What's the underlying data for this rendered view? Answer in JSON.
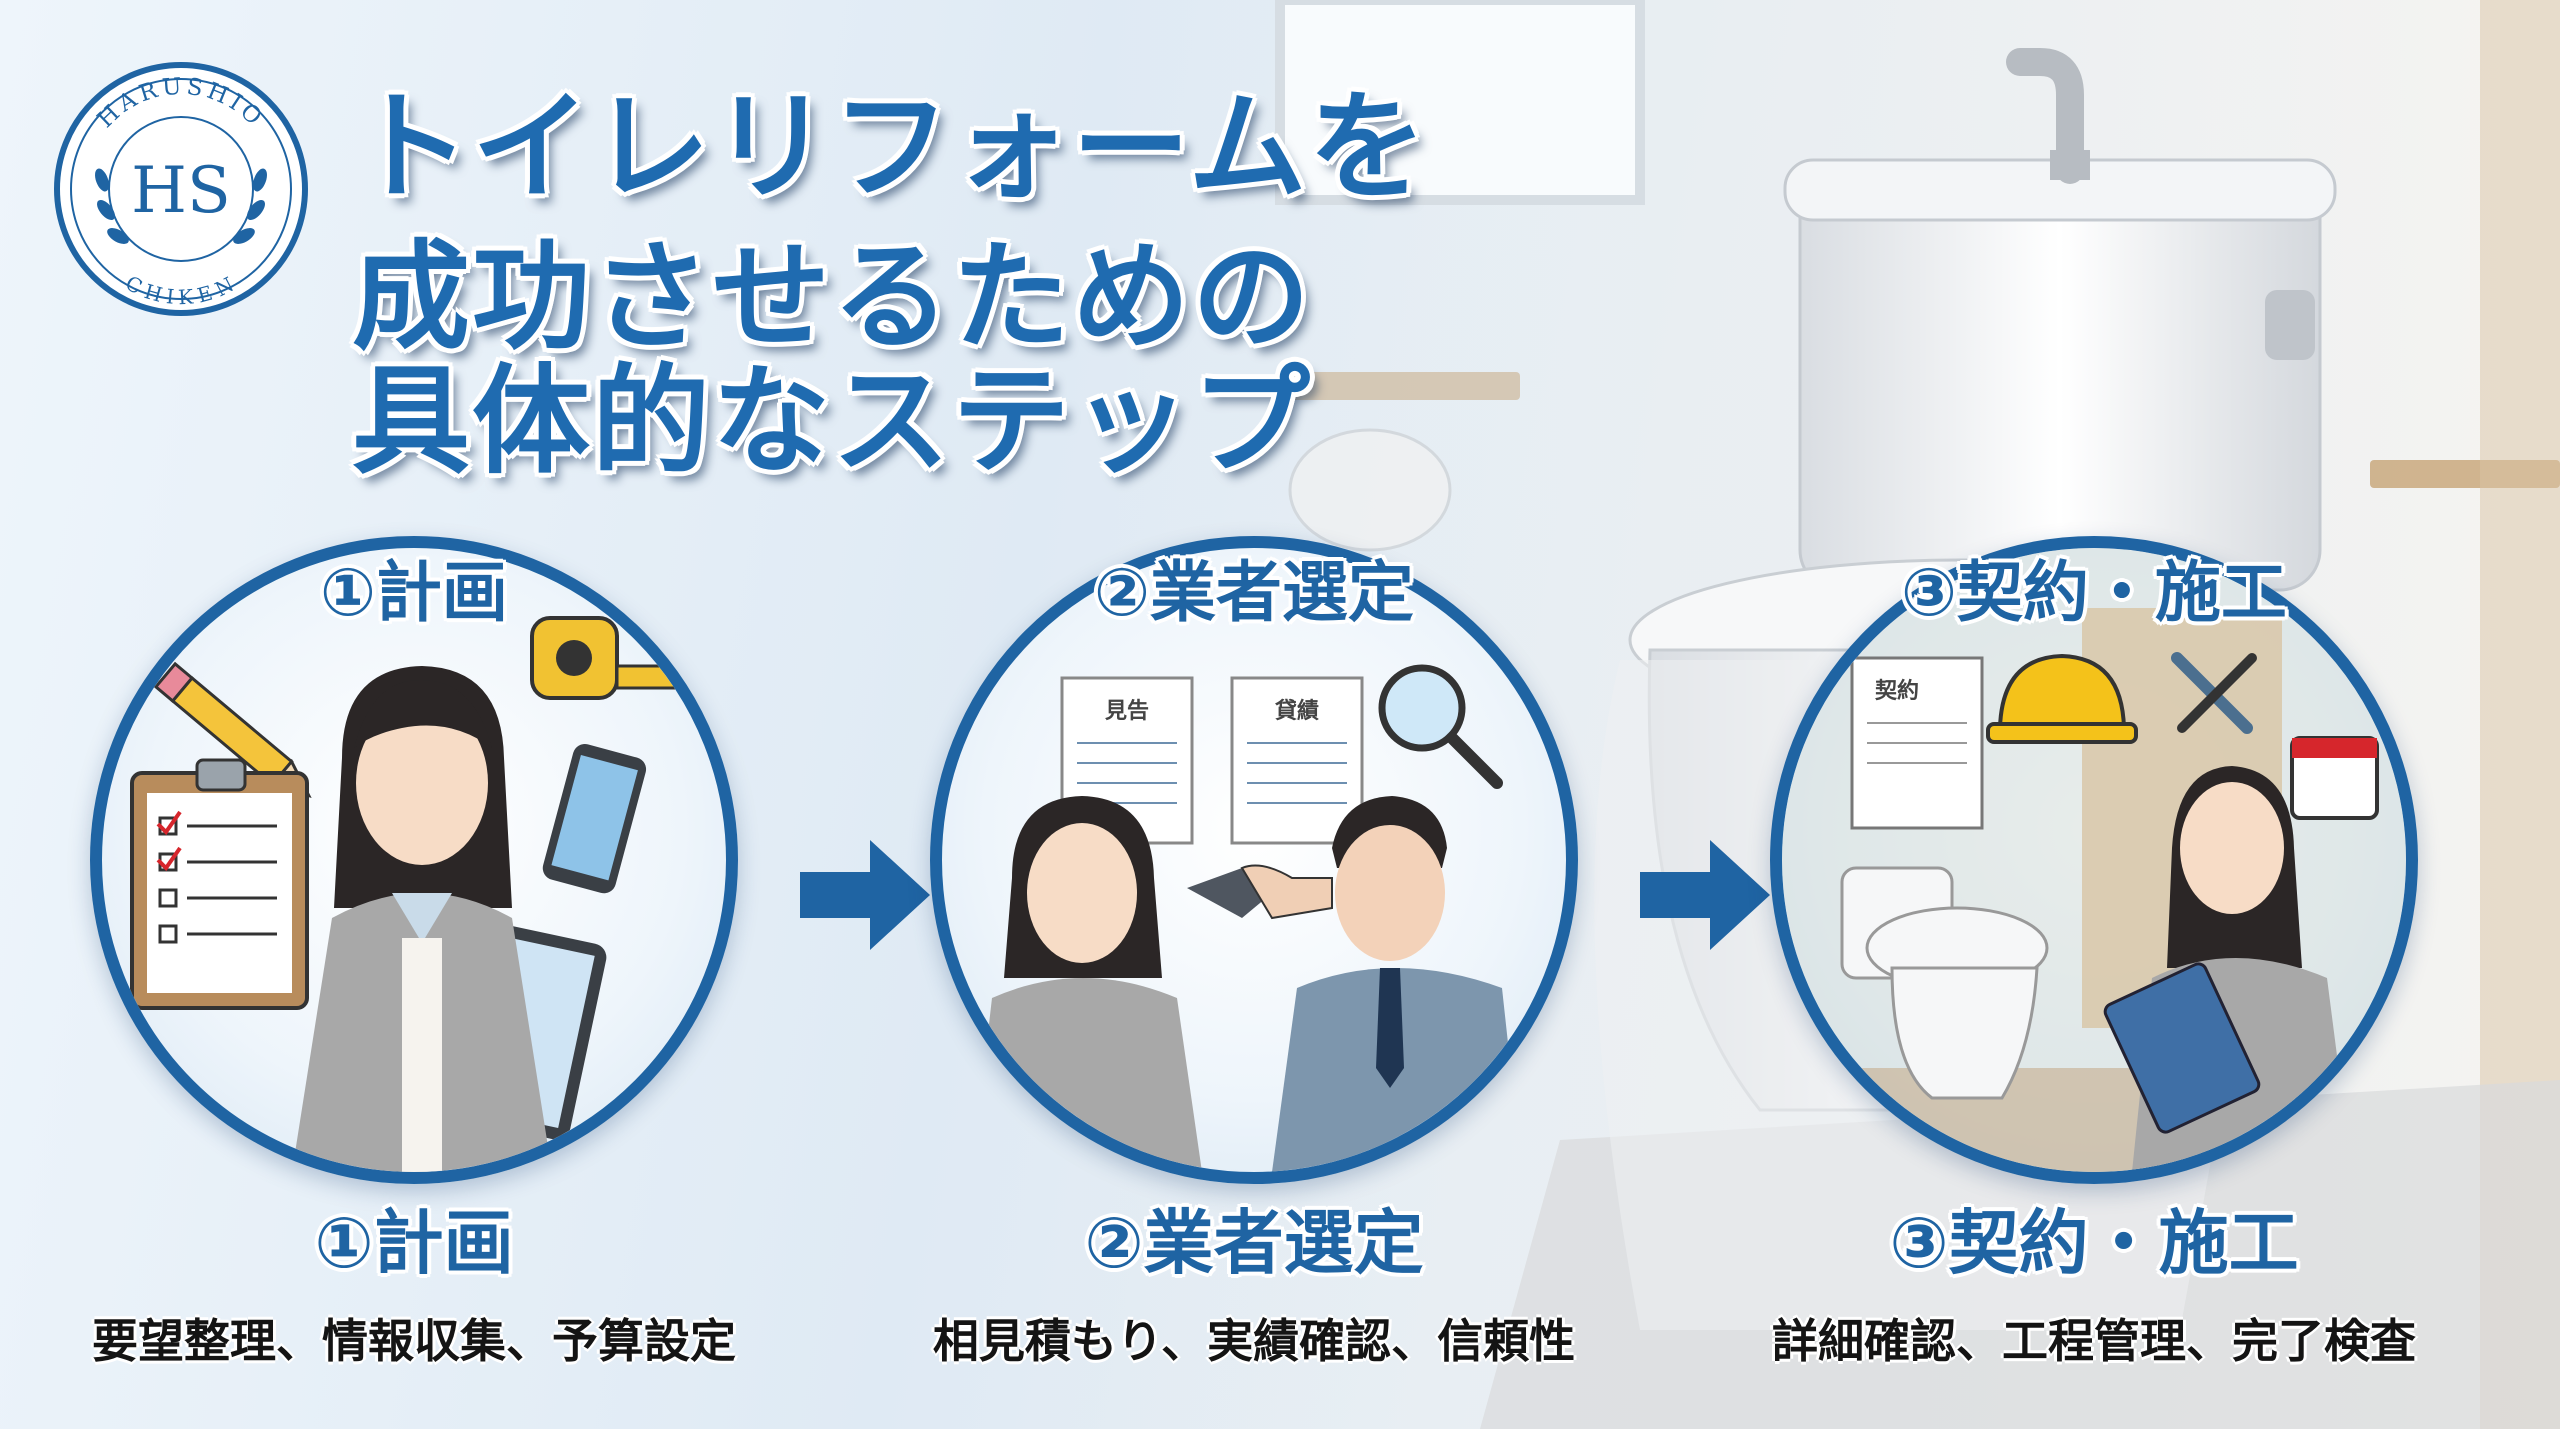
{
  "logo": {
    "top_text": "HARUSHIO",
    "monogram": "HS",
    "bottom_text": "CHIKEN"
  },
  "title": {
    "line1": "トイレリフォームを",
    "line2": "成功させるための",
    "line3": "具体的なステップ"
  },
  "steps": [
    {
      "title_top": "①計画",
      "title_bottom": "①計画",
      "description": "要望整理、情報収集、予算設定"
    },
    {
      "title_top": "②業者選定",
      "title_bottom": "②業者選定",
      "description": "相見積もり、実績確認、信頼性",
      "docs": [
        "見告",
        "貸績"
      ]
    },
    {
      "title_top": "③契約・施工",
      "title_bottom": "③契約・施工",
      "description": "詳細確認、工程管理、完了検査",
      "docs": [
        "契約"
      ]
    }
  ],
  "colors": {
    "brand_blue": "#1f64a3",
    "title_blue": "#1f6bb0",
    "description_text": "#141414"
  },
  "icons": [
    "pencil-icon",
    "tape-measure-icon",
    "clipboard-checklist-icon",
    "smartphone-icon",
    "tablet-icon",
    "handshake-icon",
    "magnifier-icon",
    "hard-hat-icon",
    "tools-icon",
    "calendar-icon",
    "arrow-right-icon"
  ]
}
